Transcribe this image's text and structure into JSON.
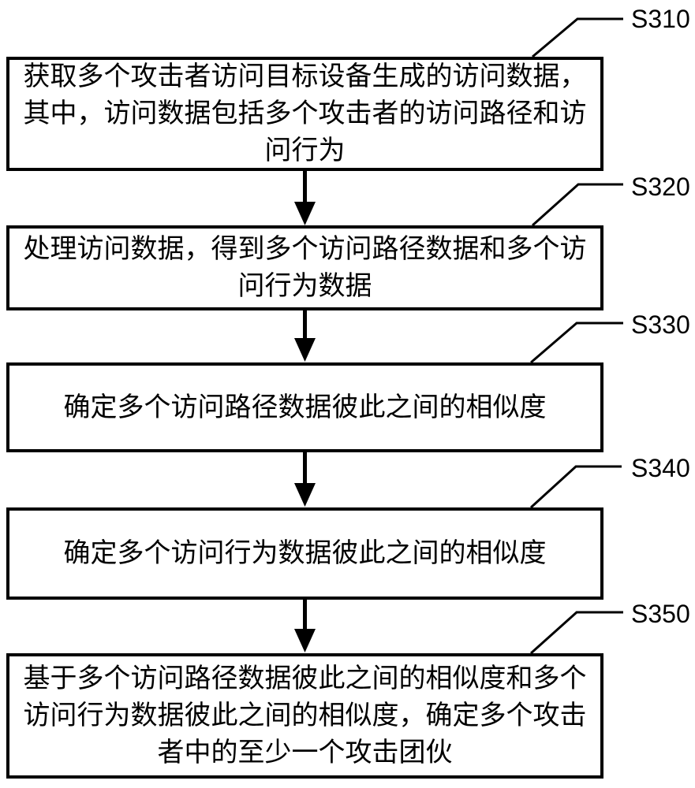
{
  "figure": {
    "type": "flowchart",
    "background_color": "#ffffff",
    "line_color": "#000000",
    "text_color": "#000000",
    "steps": [
      {
        "label": "S310",
        "text": "获取多个攻击者访问目标设备生成的访问数据，\n其中，访问数据包括多个攻击者的访问路径和访\n问行为"
      },
      {
        "label": "S320",
        "text": "处理访问数据，得到多个访问路径数据和多个访\n问行为数据"
      },
      {
        "label": "S330",
        "text": "确定多个访问路径数据彼此之间的相似度"
      },
      {
        "label": "S340",
        "text": "确定多个访问行为数据彼此之间的相似度"
      },
      {
        "label": "S350",
        "text": "基于多个访问路径数据彼此之间的相似度和多个\n访问行为数据彼此之间的相似度，确定多个攻击\n者中的至少一个攻击团伙"
      }
    ]
  }
}
